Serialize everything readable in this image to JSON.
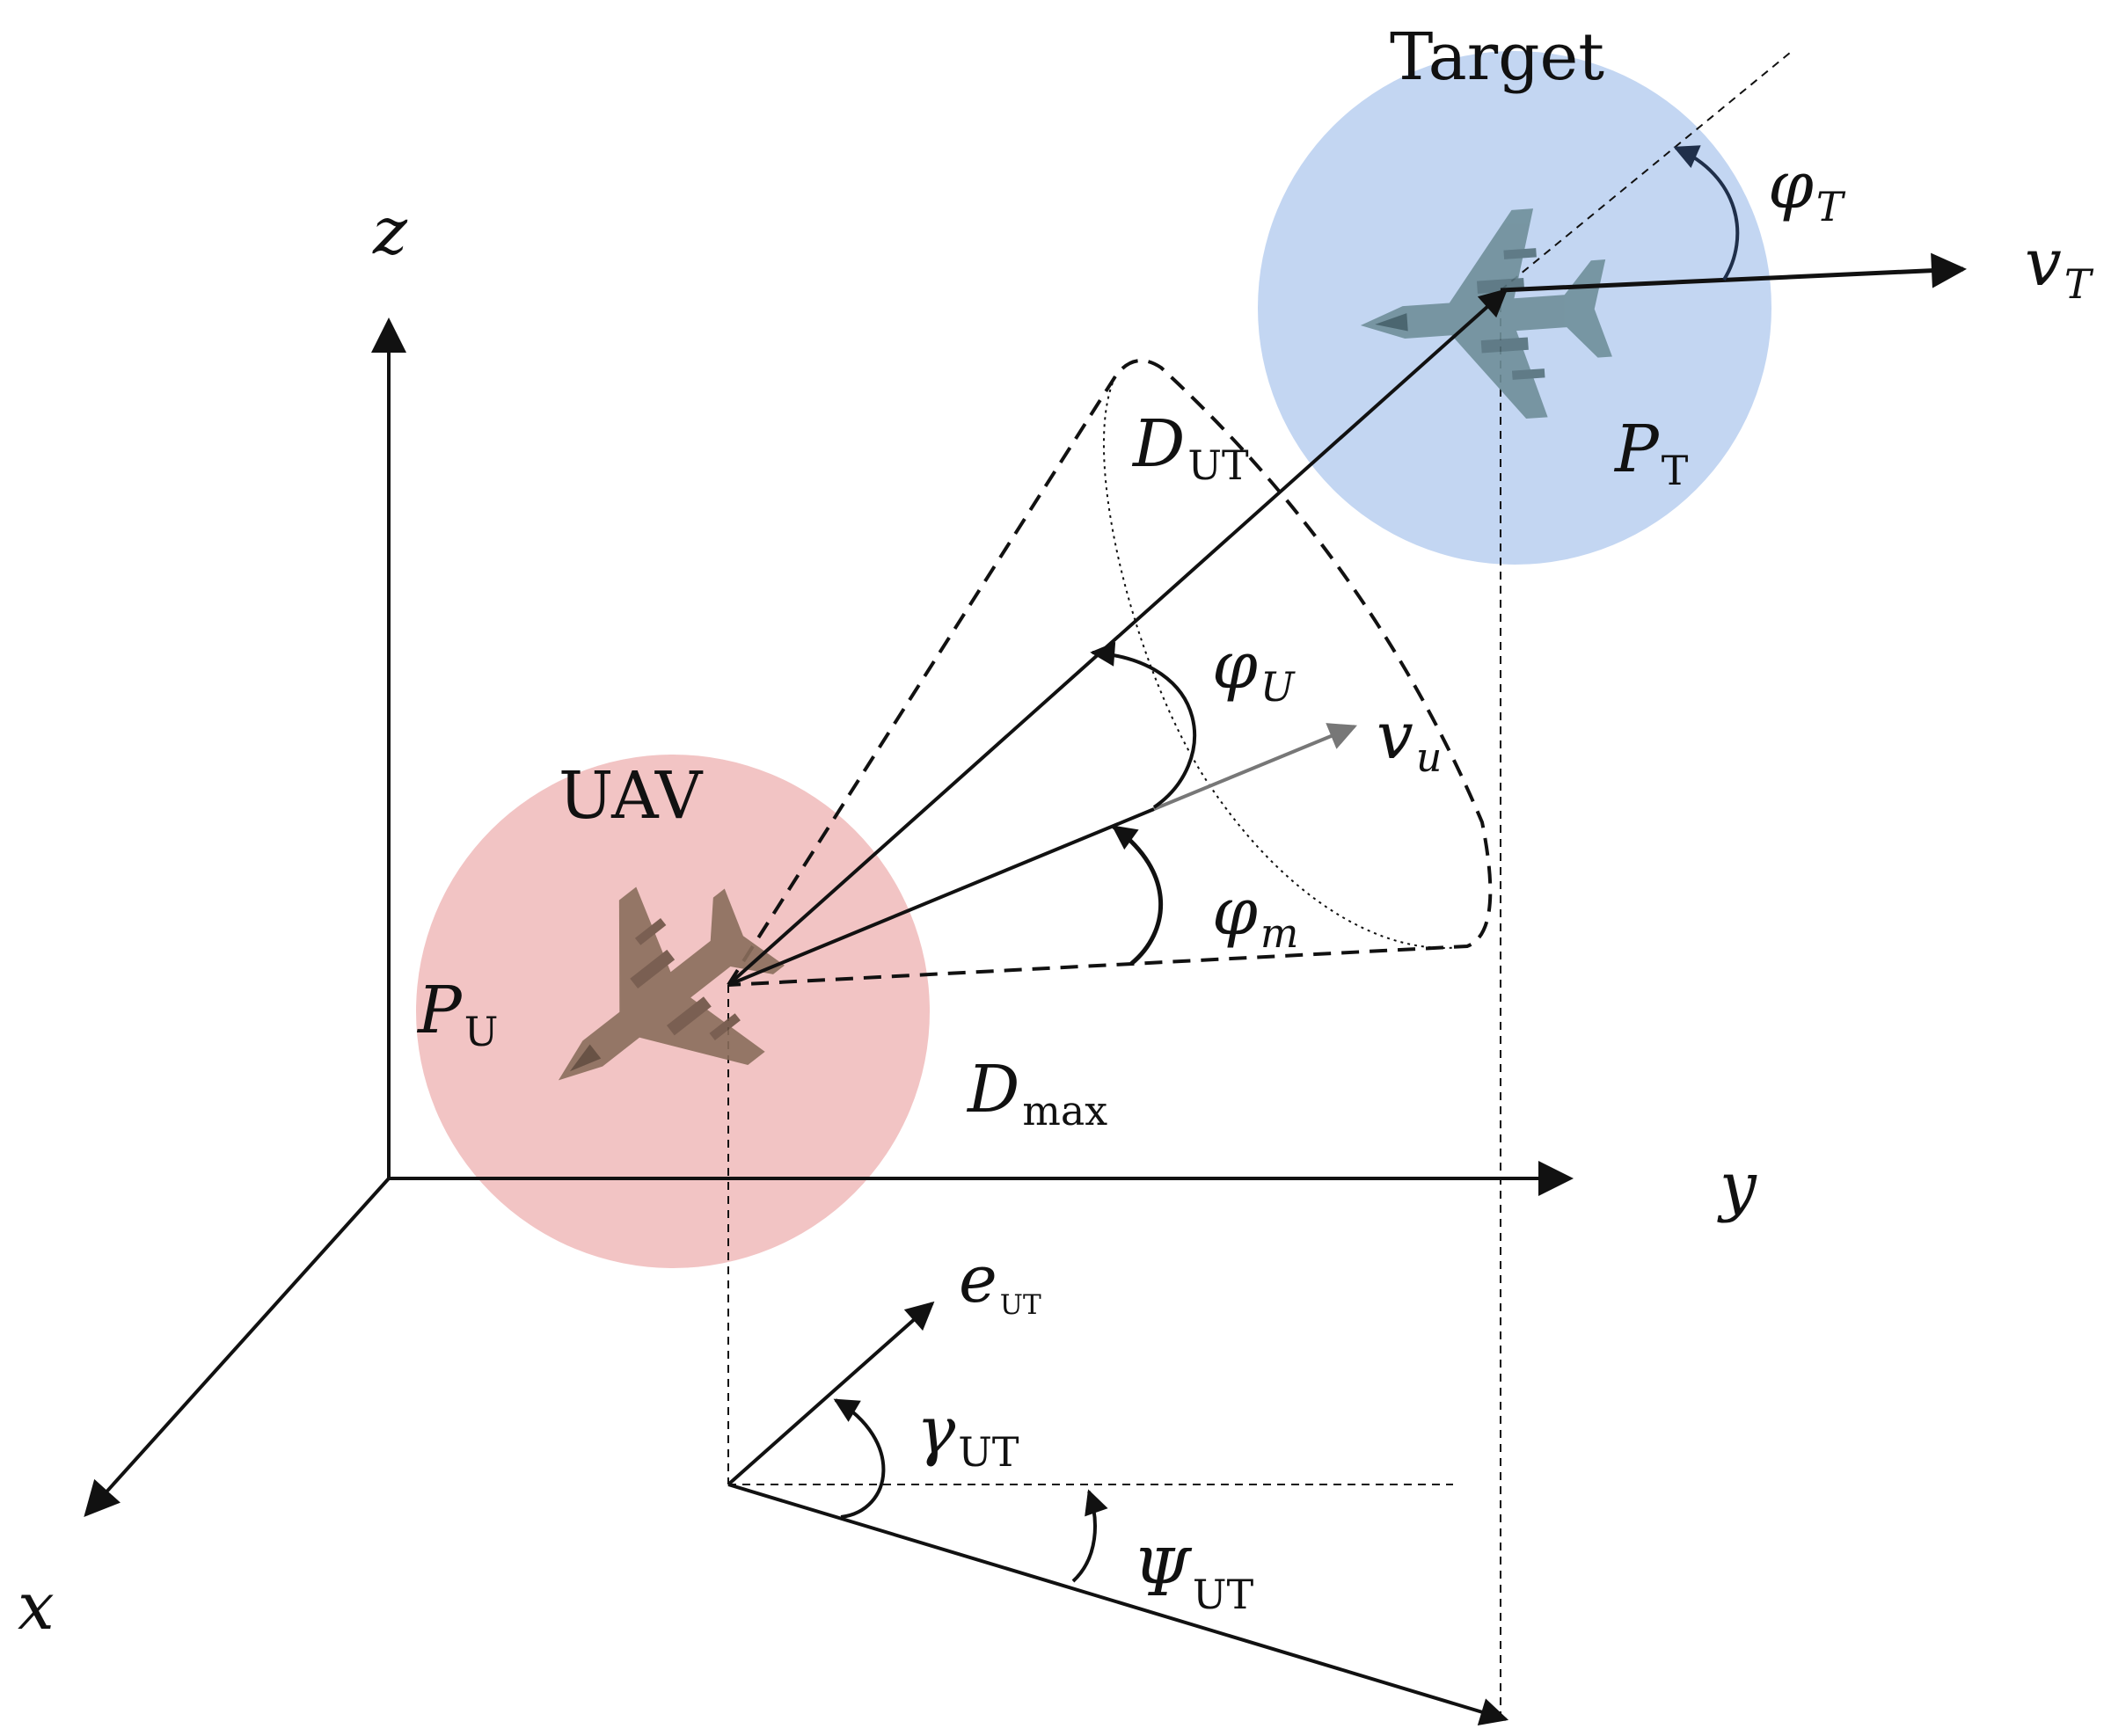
{
  "labels": {
    "target": "Target",
    "uav": "UAV",
    "z_axis": "z",
    "y_axis": "y",
    "x_axis": "x",
    "v_t": {
      "main": "v",
      "sub": "T"
    },
    "phi_t": {
      "main": "φ",
      "sub": "T"
    },
    "p_t": {
      "main": "P",
      "sub": "T"
    },
    "d_ut": {
      "main": "D",
      "sub": "UT"
    },
    "phi_u": {
      "main": "φ",
      "sub": "U"
    },
    "v_u": {
      "main": "v",
      "sub": "u"
    },
    "phi_m": {
      "main": "φ",
      "sub": "m"
    },
    "p_u": {
      "main": "P",
      "sub": "U"
    },
    "d_max": {
      "main": "D",
      "sub": "max"
    },
    "e_ut": {
      "main": "e",
      "sub": "UT"
    },
    "gamma_ut": {
      "main": "γ",
      "sub": "UT"
    },
    "psi_ut": {
      "main": "Ψ",
      "sub": "UT"
    }
  },
  "colors": {
    "uav_zone": "#f2c4c4",
    "target_zone": "#c3d6f2",
    "uav_aircraft": "#8a6e5c",
    "target_aircraft": "#6f8f9a",
    "ink": "#111111",
    "v_u_arrow": "#777777",
    "phi_t_arc": "#1f2f4a"
  },
  "icons": {
    "uav_aircraft": "fighter-jet-icon",
    "target_aircraft": "fighter-jet-icon"
  }
}
